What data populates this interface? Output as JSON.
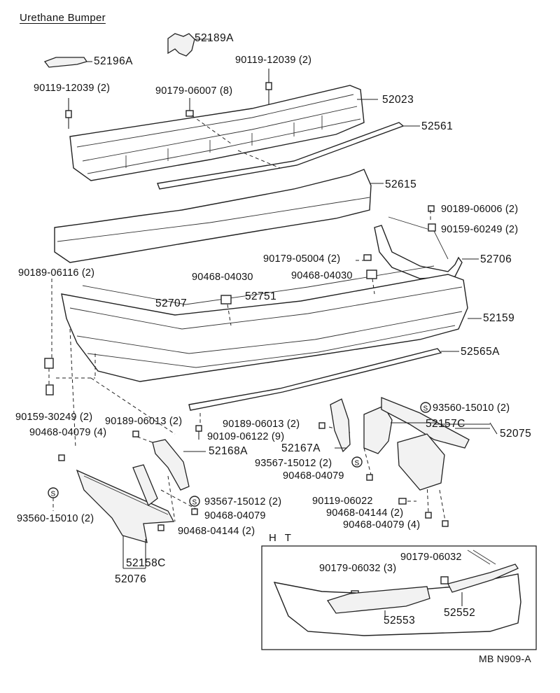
{
  "title": "Urethane Bumper",
  "section_ht": "H T",
  "drawing_ref": "MB N909-A",
  "icons": [
    "bumper-cover-icon",
    "reinforcement-icon",
    "bracket-icon",
    "bolt-icon",
    "clip-icon",
    "screw-s-icon"
  ],
  "parts": {
    "p52189A": "52189A",
    "p52196A": "52196A",
    "b9011912039a": "90119-12039 (2)",
    "b9011912039b": "90119-12039 (2)",
    "n9017906007": "90179-06007 (8)",
    "p52023": "52023",
    "p52561": "52561",
    "p52615": "52615",
    "c9018906006": "90189-06006 (2)",
    "b9015960249": "90159-60249 (2)",
    "n9017905004": "90179-05004 (2)",
    "p52706": "52706",
    "c9018906116": "90189-06116 (2)",
    "c9046804030a": "90468-04030",
    "c9046804030b": "90468-04030",
    "p52707": "52707",
    "p52751": "52751",
    "p52159": "52159",
    "p52565A": "52565A",
    "s9356015010a": "93560-15010 (2)",
    "b9015930249": "90159-30249 (2)",
    "c9018906013a": "90189-06013 (2)",
    "c9018906013b": "90189-06013 (2)",
    "p52157C": "52157C",
    "p52075": "52075",
    "s9010906122": "90109-06122 (9)",
    "c9046804079a": "90468-04079 (4)",
    "p52167A": "52167A",
    "s9356715012a": "93567-15012 (2)",
    "p52168A": "52168A",
    "c9046804079b": "90468-04079",
    "s9356715012b": "93567-15012 (2)",
    "c9046804079c": "90468-04079",
    "b9011906022": "90119-06022",
    "s9356015010b": "93560-15010 (2)",
    "c9046804144a": "90468-04144 (2)",
    "c9046804144b": "90468-04144 (2)",
    "c9046804079d": "90468-04079 (4)",
    "p52158C": "52158C",
    "p52076": "52076",
    "n9017906032a": "90179-06032 (3)",
    "n9017906032b": "90179-06032",
    "p52553": "52553",
    "p52552": "52552"
  }
}
